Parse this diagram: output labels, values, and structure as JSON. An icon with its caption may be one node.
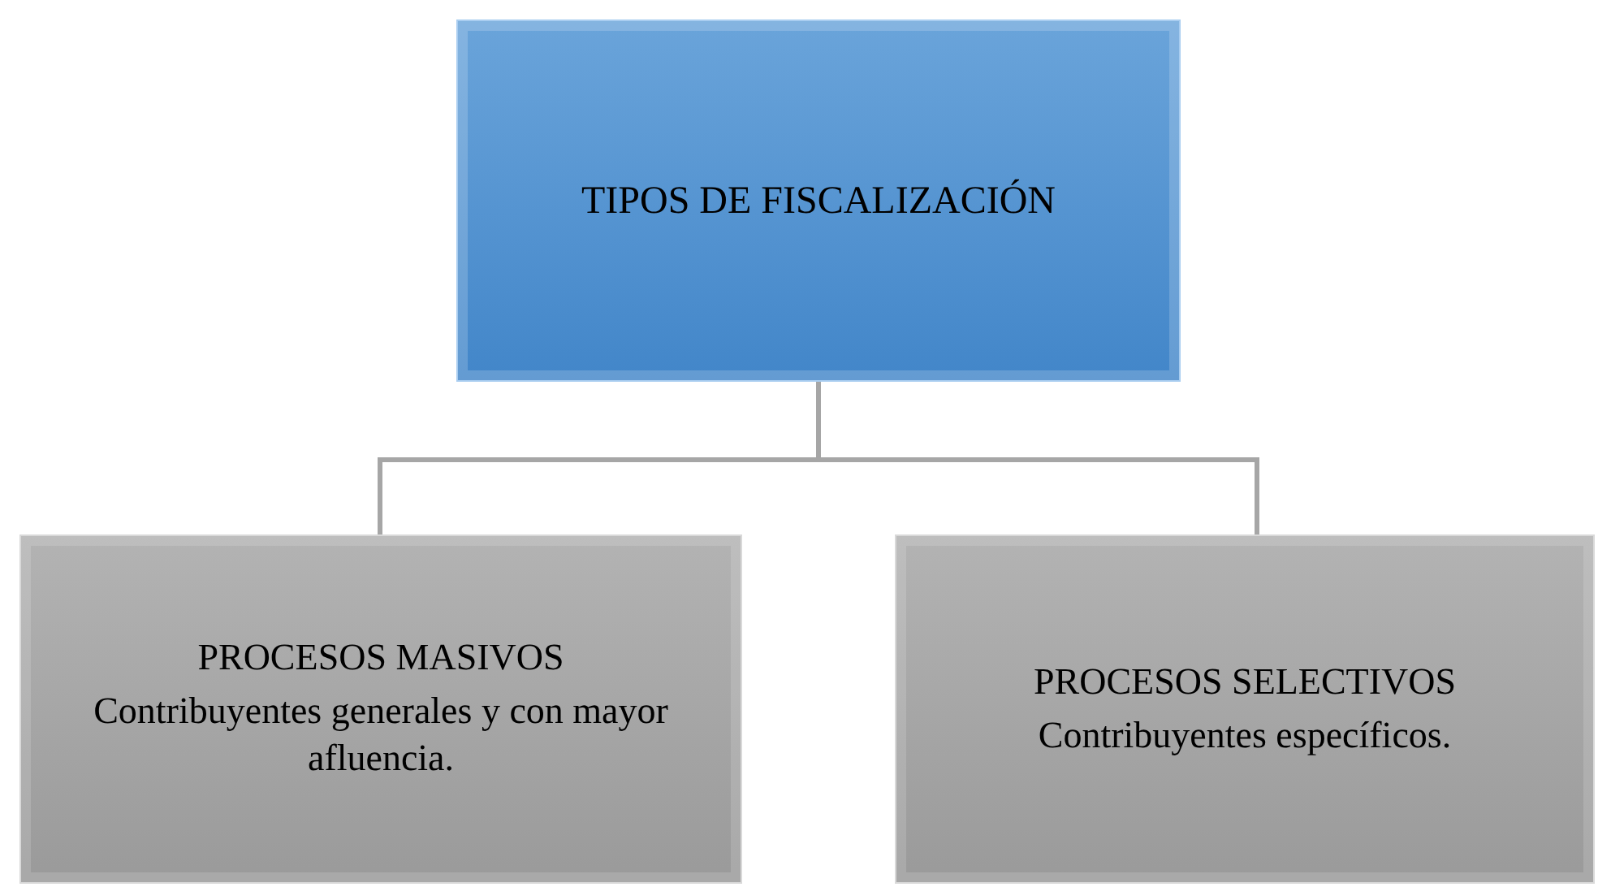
{
  "diagram": {
    "nodes": [
      {
        "text": [
          "TIPOS DE FISCALIZACIÓN"
        ]
      },
      {
        "text": [
          "PROCESOS MASIVOS",
          "Contribuyentes generales y con mayor afluencia."
        ]
      },
      {
        "text": [
          "PROCESOS SELECTIVOS",
          "Contribuyentes específicos."
        ]
      }
    ],
    "edges": [
      {
        "from": 0,
        "to": 1,
        "arrow": "none"
      },
      {
        "from": 0,
        "to": 2,
        "arrow": "none"
      }
    ]
  }
}
